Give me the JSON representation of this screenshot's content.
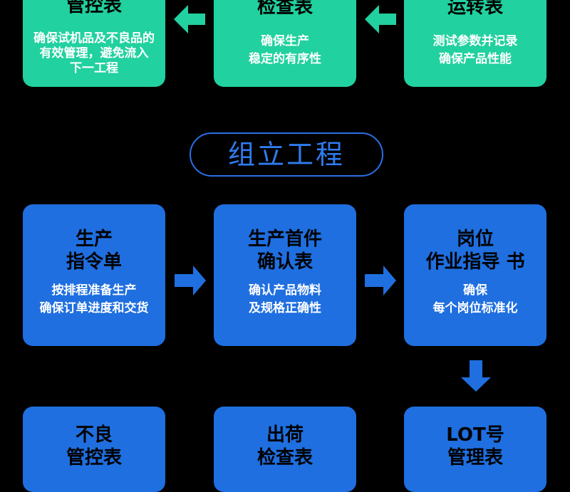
{
  "top_row": [
    {
      "title": "管控表",
      "desc_lines": [
        "确保试机品及不良品的",
        "有效管理，避免流入",
        "下一工程"
      ]
    },
    {
      "title": "检查表",
      "desc_lines": [
        "确保生产",
        "稳定的有序性"
      ]
    },
    {
      "title": "运转表",
      "desc_lines": [
        "测试参数并记录",
        "确保产品性能"
      ]
    }
  ],
  "section_title": "组立工程",
  "middle_row": [
    {
      "title_lines": [
        "生产",
        "指令单"
      ],
      "desc_lines": [
        "按排程准备生产",
        "确保订单进度和交货"
      ]
    },
    {
      "title_lines": [
        "生产首件",
        "确认表"
      ],
      "desc_lines": [
        "确认产品物料",
        "及规格正确性"
      ]
    },
    {
      "title_lines": [
        "岗位",
        "作业指导 书"
      ],
      "desc_lines": [
        "确保",
        "每个岗位标准化"
      ]
    }
  ],
  "bottom_row": [
    {
      "title_lines": [
        "不良",
        "管控表"
      ]
    },
    {
      "title_lines": [
        "出荷",
        "检查表"
      ]
    },
    {
      "title_lines": [
        "LOT号",
        "管理表"
      ]
    }
  ],
  "colors": {
    "green_card": "#21d19f",
    "blue_card": "#1f6fe0",
    "arrow_blue": "#1f6fe0",
    "arrow_green": "#21d19f",
    "banner_text": "#2f7cf0"
  },
  "icons": {
    "top_arrows": "arrow-left-icon",
    "middle_arrows": "arrow-right-icon",
    "down_arrow": "arrow-down-icon"
  }
}
